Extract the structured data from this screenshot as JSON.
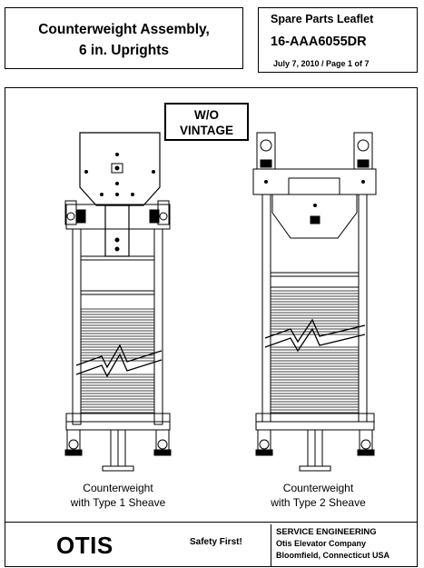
{
  "header": {
    "title_line1": "Counterweight Assembly,",
    "title_line2": "6 in. Uprights",
    "leaflet_label": "Spare Parts Leaflet",
    "leaflet_number": "16-AAA6055DR",
    "date_page": "July 7, 2010  / Page 1 of 7"
  },
  "drawing": {
    "badge_line1": "W/O",
    "badge_line2": "VINTAGE",
    "left_caption_line1": "Counterweight",
    "left_caption_line2": "with Type 1 Sheave",
    "right_caption_line1": "Counterweight",
    "right_caption_line2": "with Type 2 Sheave"
  },
  "footer": {
    "logo": "OTIS",
    "slogan": "Safety First!",
    "dept": "SERVICE ENGINEERING",
    "company": "Otis Elevator Company",
    "location": "Bloomfield, Connecticut USA"
  }
}
